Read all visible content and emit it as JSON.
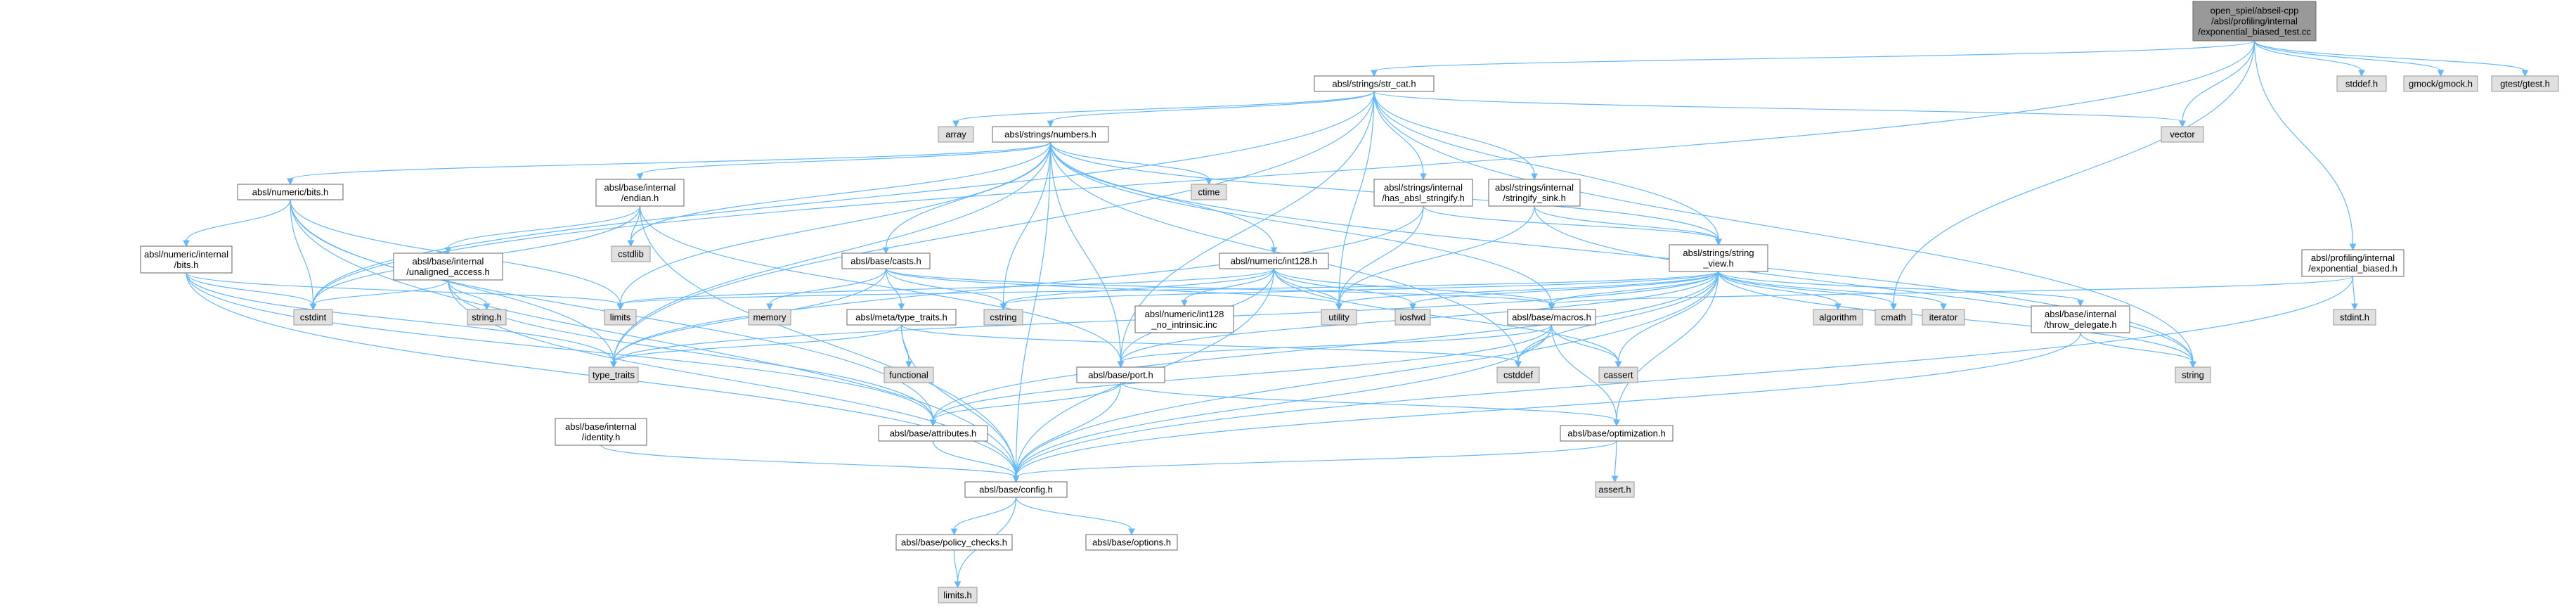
{
  "colors": {
    "root_fill": "#999999",
    "root_stroke": "#666666",
    "header_fill": "#ffffff",
    "header_stroke": "#666666",
    "system_fill": "#e0e0e0",
    "system_stroke": "#999999",
    "edge": "#63b8ff"
  },
  "nodes": [
    {
      "id": "root",
      "lines": [
        "open_spiel/abseil-cpp",
        "/absl/profiling/internal",
        "/exponential_biased_test.cc"
      ],
      "kind": "root"
    },
    {
      "id": "str_cat",
      "lines": [
        "absl/strings/str_cat.h"
      ],
      "kind": "header"
    },
    {
      "id": "stddef_h",
      "lines": [
        "stddef.h"
      ],
      "kind": "system"
    },
    {
      "id": "gmock",
      "lines": [
        "gmock/gmock.h"
      ],
      "kind": "system"
    },
    {
      "id": "gtest",
      "lines": [
        "gtest/gtest.h"
      ],
      "kind": "system"
    },
    {
      "id": "array",
      "lines": [
        "array"
      ],
      "kind": "system"
    },
    {
      "id": "numbers",
      "lines": [
        "absl/strings/numbers.h"
      ],
      "kind": "header"
    },
    {
      "id": "vector",
      "lines": [
        "vector"
      ],
      "kind": "system"
    },
    {
      "id": "bits",
      "lines": [
        "absl/numeric/bits.h"
      ],
      "kind": "header"
    },
    {
      "id": "endian",
      "lines": [
        "absl/base/internal",
        "/endian.h"
      ],
      "kind": "header"
    },
    {
      "id": "ctime",
      "lines": [
        "ctime"
      ],
      "kind": "system"
    },
    {
      "id": "has_absl_stringify",
      "lines": [
        "absl/strings/internal",
        "/has_absl_stringify.h"
      ],
      "kind": "header"
    },
    {
      "id": "stringify_sink",
      "lines": [
        "absl/strings/internal",
        "/stringify_sink.h"
      ],
      "kind": "header"
    },
    {
      "id": "exp_biased",
      "lines": [
        "absl/profiling/internal",
        "/exponential_biased.h"
      ],
      "kind": "header"
    },
    {
      "id": "internal_bits",
      "lines": [
        "absl/numeric/internal",
        "/bits.h"
      ],
      "kind": "header"
    },
    {
      "id": "cstdlib",
      "lines": [
        "cstdlib"
      ],
      "kind": "system"
    },
    {
      "id": "unaligned",
      "lines": [
        "absl/base/internal",
        "/unaligned_access.h"
      ],
      "kind": "header"
    },
    {
      "id": "casts",
      "lines": [
        "absl/base/casts.h"
      ],
      "kind": "header"
    },
    {
      "id": "int128",
      "lines": [
        "absl/numeric/int128.h"
      ],
      "kind": "header"
    },
    {
      "id": "string_view",
      "lines": [
        "absl/strings/string",
        "_view.h"
      ],
      "kind": "header"
    },
    {
      "id": "stdint_h",
      "lines": [
        "stdint.h"
      ],
      "kind": "system"
    },
    {
      "id": "cstdint",
      "lines": [
        "cstdint"
      ],
      "kind": "system"
    },
    {
      "id": "limits",
      "lines": [
        "limits"
      ],
      "kind": "system"
    },
    {
      "id": "string_h",
      "lines": [
        "string.h"
      ],
      "kind": "system"
    },
    {
      "id": "memory",
      "lines": [
        "memory"
      ],
      "kind": "system"
    },
    {
      "id": "type_traits_h",
      "lines": [
        "absl/meta/type_traits.h"
      ],
      "kind": "header"
    },
    {
      "id": "cstring",
      "lines": [
        "cstring"
      ],
      "kind": "system"
    },
    {
      "id": "int128_intrinsic",
      "lines": [
        "absl/numeric/int128",
        "_no_intrinsic.inc"
      ],
      "kind": "header"
    },
    {
      "id": "utility",
      "lines": [
        "utility"
      ],
      "kind": "system"
    },
    {
      "id": "iosfwd",
      "lines": [
        "iosfwd"
      ],
      "kind": "system"
    },
    {
      "id": "macros",
      "lines": [
        "absl/base/macros.h"
      ],
      "kind": "header"
    },
    {
      "id": "algorithm",
      "lines": [
        "algorithm"
      ],
      "kind": "system"
    },
    {
      "id": "cmath",
      "lines": [
        "cmath"
      ],
      "kind": "system"
    },
    {
      "id": "iterator",
      "lines": [
        "iterator"
      ],
      "kind": "system"
    },
    {
      "id": "throw_delegate",
      "lines": [
        "absl/base/internal",
        "/throw_delegate.h"
      ],
      "kind": "header"
    },
    {
      "id": "functional",
      "lines": [
        "functional"
      ],
      "kind": "system"
    },
    {
      "id": "type_traits",
      "lines": [
        "type_traits"
      ],
      "kind": "system"
    },
    {
      "id": "cstddef",
      "lines": [
        "cstddef"
      ],
      "kind": "system"
    },
    {
      "id": "cassert",
      "lines": [
        "cassert"
      ],
      "kind": "system"
    },
    {
      "id": "string",
      "lines": [
        "string"
      ],
      "kind": "system"
    },
    {
      "id": "identity",
      "lines": [
        "absl/base/internal",
        "/identity.h"
      ],
      "kind": "header"
    },
    {
      "id": "port",
      "lines": [
        "absl/base/port.h"
      ],
      "kind": "header"
    },
    {
      "id": "attributes",
      "lines": [
        "absl/base/attributes.h"
      ],
      "kind": "header"
    },
    {
      "id": "optimization",
      "lines": [
        "absl/base/optimization.h"
      ],
      "kind": "header"
    },
    {
      "id": "assert_h",
      "lines": [
        "assert.h"
      ],
      "kind": "system"
    },
    {
      "id": "config",
      "lines": [
        "absl/base/config.h"
      ],
      "kind": "header"
    },
    {
      "id": "policy_checks",
      "lines": [
        "absl/base/policy_checks.h"
      ],
      "kind": "header"
    },
    {
      "id": "options",
      "lines": [
        "absl/base/options.h"
      ],
      "kind": "header"
    },
    {
      "id": "limits_h",
      "lines": [
        "limits.h"
      ],
      "kind": "system"
    }
  ],
  "edges": [
    [
      "root",
      "str_cat"
    ],
    [
      "root",
      "stddef_h"
    ],
    [
      "root",
      "gmock"
    ],
    [
      "root",
      "gtest"
    ],
    [
      "root",
      "vector"
    ],
    [
      "root",
      "exp_biased"
    ],
    [
      "root",
      "cmath"
    ],
    [
      "root",
      "cstdint"
    ],
    [
      "str_cat",
      "array"
    ],
    [
      "str_cat",
      "numbers"
    ],
    [
      "str_cat",
      "vector"
    ],
    [
      "str_cat",
      "has_absl_stringify"
    ],
    [
      "str_cat",
      "stringify_sink"
    ],
    [
      "str_cat",
      "string_view"
    ],
    [
      "str_cat",
      "cstdint"
    ],
    [
      "str_cat",
      "type_traits"
    ],
    [
      "str_cat",
      "string"
    ],
    [
      "str_cat",
      "utility"
    ],
    [
      "str_cat",
      "port"
    ],
    [
      "numbers",
      "bits"
    ],
    [
      "numbers",
      "endian"
    ],
    [
      "numbers",
      "ctime"
    ],
    [
      "numbers",
      "cstdlib"
    ],
    [
      "numbers",
      "casts"
    ],
    [
      "numbers",
      "int128"
    ],
    [
      "numbers",
      "string_view"
    ],
    [
      "numbers",
      "cstring"
    ],
    [
      "numbers",
      "limits"
    ],
    [
      "numbers",
      "port"
    ],
    [
      "numbers",
      "macros"
    ],
    [
      "numbers",
      "config"
    ],
    [
      "numbers",
      "cstddef"
    ],
    [
      "numbers",
      "string"
    ],
    [
      "numbers",
      "type_traits"
    ],
    [
      "bits",
      "internal_bits"
    ],
    [
      "bits",
      "cstdint"
    ],
    [
      "bits",
      "limits"
    ],
    [
      "bits",
      "type_traits"
    ],
    [
      "bits",
      "attributes"
    ],
    [
      "bits",
      "config"
    ],
    [
      "internal_bits",
      "cstdint"
    ],
    [
      "internal_bits",
      "limits"
    ],
    [
      "internal_bits",
      "type_traits"
    ],
    [
      "internal_bits",
      "attributes"
    ],
    [
      "internal_bits",
      "config"
    ],
    [
      "endian",
      "cstdlib"
    ],
    [
      "endian",
      "unaligned"
    ],
    [
      "endian",
      "cstdint"
    ],
    [
      "endian",
      "port"
    ],
    [
      "endian",
      "config"
    ],
    [
      "unaligned",
      "string_h"
    ],
    [
      "unaligned",
      "cstdint"
    ],
    [
      "unaligned",
      "attributes"
    ],
    [
      "unaligned",
      "config"
    ],
    [
      "casts",
      "memory"
    ],
    [
      "casts",
      "type_traits_h"
    ],
    [
      "casts",
      "cstring"
    ],
    [
      "casts",
      "type_traits"
    ],
    [
      "casts",
      "utility"
    ],
    [
      "casts",
      "macros"
    ],
    [
      "type_traits_h",
      "functional"
    ],
    [
      "type_traits_h",
      "type_traits"
    ],
    [
      "type_traits_h",
      "cstddef"
    ],
    [
      "type_traits_h",
      "config"
    ],
    [
      "int128",
      "int128_intrinsic"
    ],
    [
      "int128",
      "cstring"
    ],
    [
      "int128",
      "limits"
    ],
    [
      "int128",
      "utility"
    ],
    [
      "int128",
      "iosfwd"
    ],
    [
      "int128",
      "cassert"
    ],
    [
      "int128",
      "macros"
    ],
    [
      "int128",
      "config"
    ],
    [
      "int128",
      "port"
    ],
    [
      "string_view",
      "algorithm"
    ],
    [
      "string_view",
      "cmath"
    ],
    [
      "string_view",
      "iterator"
    ],
    [
      "string_view",
      "throw_delegate"
    ],
    [
      "string_view",
      "cstring"
    ],
    [
      "string_view",
      "limits"
    ],
    [
      "string_view",
      "utility"
    ],
    [
      "string_view",
      "iosfwd"
    ],
    [
      "string_view",
      "cassert"
    ],
    [
      "string_view",
      "cstddef"
    ],
    [
      "string_view",
      "string"
    ],
    [
      "string_view",
      "macros"
    ],
    [
      "string_view",
      "port"
    ],
    [
      "string_view",
      "attributes"
    ],
    [
      "string_view",
      "optimization"
    ],
    [
      "string_view",
      "config"
    ],
    [
      "string_view",
      "type_traits"
    ],
    [
      "has_absl_stringify",
      "string_view"
    ],
    [
      "has_absl_stringify",
      "type_traits"
    ],
    [
      "has_absl_stringify",
      "utility"
    ],
    [
      "stringify_sink",
      "string_view"
    ],
    [
      "stringify_sink",
      "string"
    ],
    [
      "stringify_sink",
      "utility"
    ],
    [
      "exp_biased",
      "stdint_h"
    ],
    [
      "exp_biased",
      "macros"
    ],
    [
      "exp_biased",
      "config"
    ],
    [
      "throw_delegate",
      "string"
    ],
    [
      "throw_delegate",
      "config"
    ],
    [
      "macros",
      "cstddef"
    ],
    [
      "macros",
      "cassert"
    ],
    [
      "macros",
      "attributes"
    ],
    [
      "macros",
      "optimization"
    ],
    [
      "macros",
      "port"
    ],
    [
      "macros",
      "config"
    ],
    [
      "port",
      "attributes"
    ],
    [
      "port",
      "optimization"
    ],
    [
      "port",
      "config"
    ],
    [
      "identity",
      "config"
    ],
    [
      "attributes",
      "config"
    ],
    [
      "optimization",
      "assert_h"
    ],
    [
      "optimization",
      "config"
    ],
    [
      "config",
      "policy_checks"
    ],
    [
      "config",
      "options"
    ],
    [
      "config",
      "limits_h"
    ],
    [
      "policy_checks",
      "limits_h"
    ]
  ]
}
